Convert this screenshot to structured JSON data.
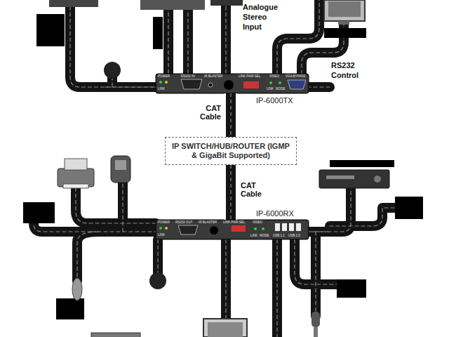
{
  "diagram": {
    "nodes": [
      {
        "text": [
          "IP-6000TX"
        ]
      },
      {
        "text": [
          "IP SWITCH/HUB/ROUTER (IGMP & GigaBit Supported)"
        ]
      },
      {
        "text": [
          "IP-6000RX"
        ]
      }
    ],
    "edges": [
      {
        "from": 0,
        "to": 1,
        "arrow": "none",
        "label": "CAT Cable"
      },
      {
        "from": 1,
        "to": 2,
        "arrow": "none",
        "label": "CAT Cable"
      }
    ],
    "labels": [
      "Analogue Stereo Input",
      "RS232 Control",
      "POWER",
      "LINK",
      "RS232 IN",
      "IR BLASTER",
      "LINK PAIR SEL",
      "VIDEO",
      "LINK",
      "MODE",
      "VGA BYPASS",
      "POWER",
      "LINK",
      "RS232 OUT",
      "IR BLASTER",
      "LINK PAIR SEL",
      "VIDEO",
      "LINK",
      "MODE",
      "USB 1.1",
      "USB 2.0"
    ]
  }
}
